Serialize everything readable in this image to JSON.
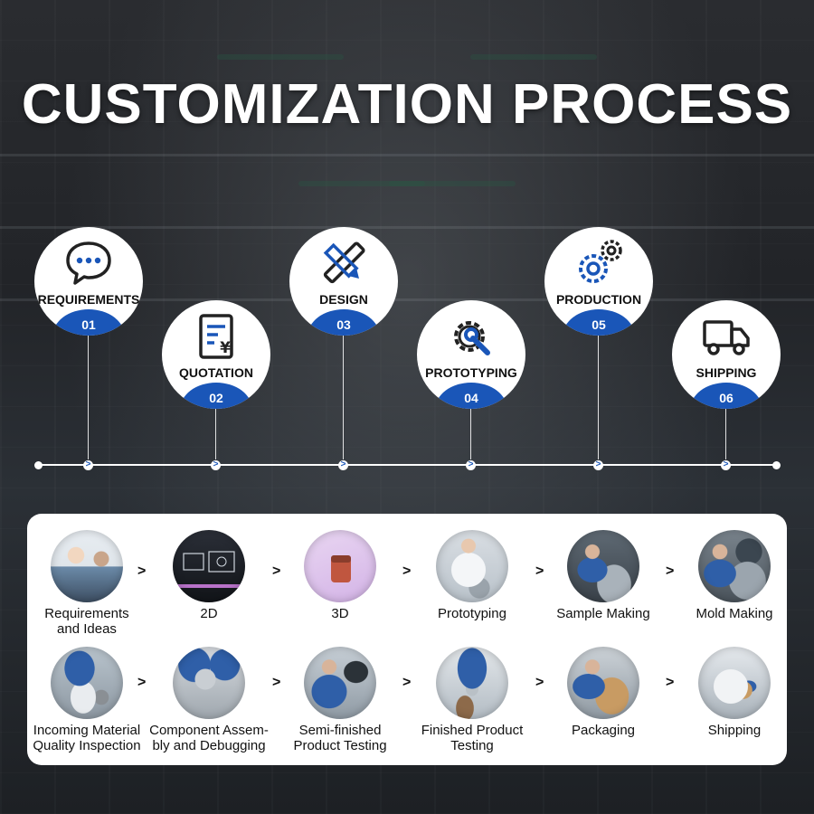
{
  "title": "CUSTOMIZATION PROCESS",
  "colors": {
    "accent": "#1a56b8",
    "panel": "#ffffff",
    "background": "#222428"
  },
  "steps": [
    {
      "label": "REQUIREMENTS",
      "num": "01",
      "icon": "chat-bubble-icon"
    },
    {
      "label": "QUOTATION",
      "num": "02",
      "icon": "document-yen-icon"
    },
    {
      "label": "DESIGN",
      "num": "03",
      "icon": "pencil-ruler-icon"
    },
    {
      "label": "PROTOTYPING",
      "num": "04",
      "icon": "gear-wrench-icon"
    },
    {
      "label": "PRODUCTION",
      "num": "05",
      "icon": "gears-icon"
    },
    {
      "label": "SHIPPING",
      "num": "06",
      "icon": "truck-icon"
    }
  ],
  "timeline_marker": ">",
  "process_rows": [
    [
      {
        "caption": "Requirements\nand Ideas",
        "photo": "meeting-photo"
      },
      {
        "caption": "2D",
        "photo": "2d-drawing-photo"
      },
      {
        "caption": "3D",
        "photo": "3d-model-photo"
      },
      {
        "caption": "Prototyping",
        "photo": "lab-prototype-photo"
      },
      {
        "caption": "Sample Making",
        "photo": "machining-photo"
      },
      {
        "caption": "Mold Making",
        "photo": "mold-making-photo"
      }
    ],
    [
      {
        "caption": "Incoming Material\nQuality Inspection",
        "photo": "inspection-photo"
      },
      {
        "caption": "Component Assem-\nbly and Debugging",
        "photo": "assembly-photo"
      },
      {
        "caption": "Semi-finished\nProduct Testing",
        "photo": "semi-testing-photo"
      },
      {
        "caption": "Finished Product\nTesting",
        "photo": "final-testing-photo"
      },
      {
        "caption": "Packaging",
        "photo": "packaging-photo"
      },
      {
        "caption": "Shipping",
        "photo": "truck-loading-photo"
      }
    ]
  ],
  "separator": ">"
}
